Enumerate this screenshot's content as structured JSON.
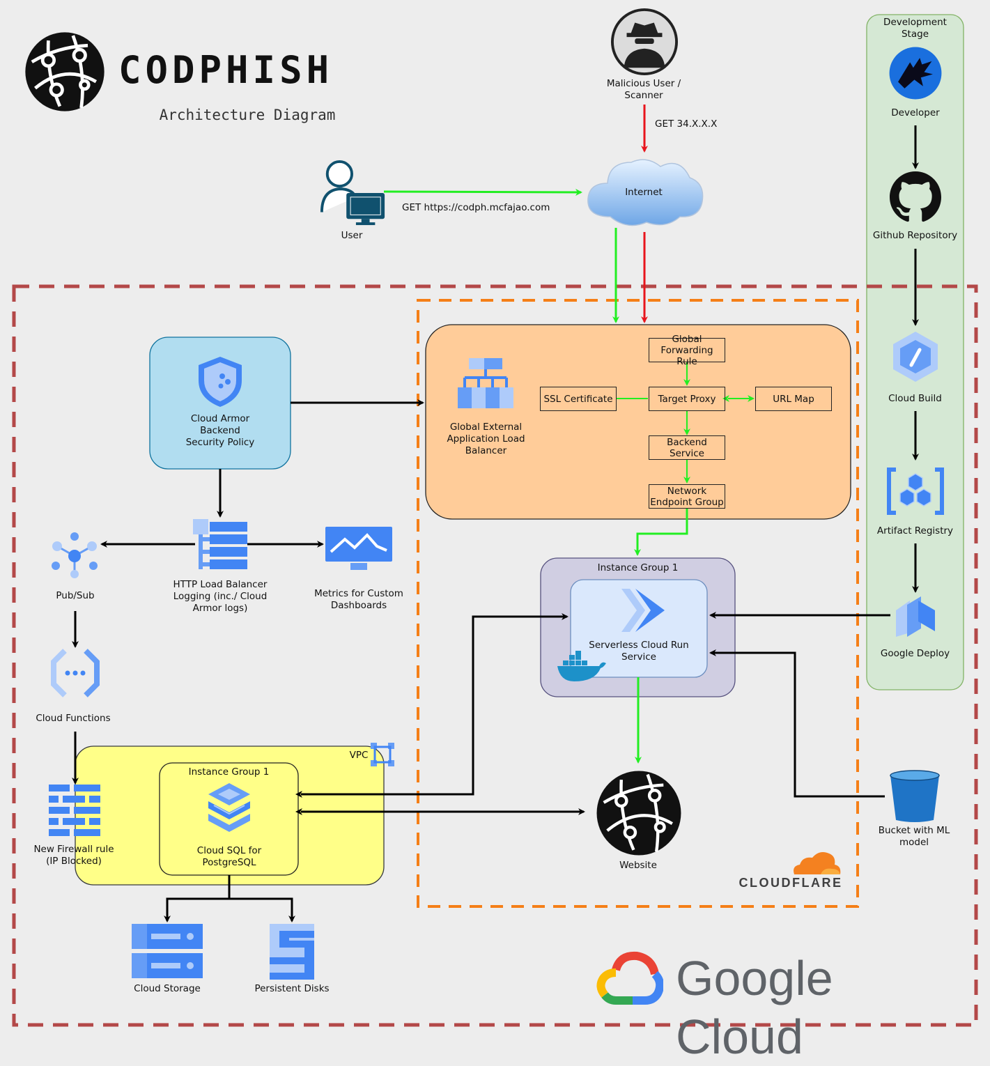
{
  "brand": {
    "name": "CODPHISH",
    "subtitle": "Architecture Diagram",
    "cloudflare": "CLOUDFLARE",
    "google_cloud": "Google Cloud"
  },
  "actors": {
    "malicious": "Malicious User /\nScanner",
    "malicious_request": "GET  34.X.X.X",
    "user": "User",
    "user_request": "GET  https://codph.mcfajao.com",
    "internet": "Internet"
  },
  "dev_stage": {
    "title": "Development\nStage",
    "developer": "Developer",
    "github": "Github Repository",
    "cloud_build": "Cloud Build",
    "artifact_registry": "Artifact Registry",
    "google_deploy": "Google Deploy"
  },
  "load_balancer": {
    "name": "Global External\nApplication Load\nBalancer",
    "forwarding_rule": "Global\nForwarding Rule",
    "ssl": "SSL Certificate",
    "target_proxy": "Target Proxy",
    "url_map": "URL Map",
    "backend_service": "Backend Service",
    "neg": "Network\nEndpoint Group"
  },
  "security": {
    "cloud_armor": "Cloud Armor\nBackend\nSecurity Policy",
    "logging": "HTTP Load Balancer\nLogging (inc./ Cloud\nArmor logs)",
    "metrics": "Metrics for Custom\nDashboards",
    "pubsub": "Pub/Sub",
    "functions": "Cloud Functions",
    "firewall": "New Firewall rule\n(IP Blocked)"
  },
  "compute": {
    "instance_group_run": "Instance Group 1",
    "cloud_run": "Serverless Cloud Run\nService",
    "website": "Website",
    "bucket": "Bucket with ML\nmodel",
    "vpc": "VPC",
    "instance_group_sql": "Instance Group 1",
    "cloud_sql": "Cloud SQL for\nPostgreSQL",
    "storage": "Cloud Storage",
    "disks": "Persistent Disks"
  },
  "colors": {
    "green_arrow": "#22ee22",
    "red_arrow": "#e8141c",
    "gcp_border": "#b34848",
    "cloudflare_border": "#f57f17",
    "lb_fill": "#ffcc99",
    "armor_fill": "#b1ddf0",
    "dev_fill": "#d5e8d4",
    "vpc_fill": "#ffff88",
    "instance_fill": "#d0cee2",
    "run_fill": "#dae8fc",
    "gcp_blue": "#4285f4"
  },
  "icons": [
    "globe-icon",
    "hacker-icon",
    "user-icon",
    "cloud-icon",
    "shield-icon",
    "load-balancer-icon",
    "logging-icon",
    "monitoring-icon",
    "pubsub-icon",
    "functions-icon",
    "firewall-icon",
    "cloud-run-icon",
    "docker-icon",
    "bucket-icon",
    "cloud-sql-icon",
    "vpc-icon",
    "storage-icon",
    "disk-icon",
    "developer-icon",
    "github-icon",
    "cloud-build-icon",
    "artifact-registry-icon",
    "google-deploy-icon",
    "cloudflare-logo",
    "google-cloud-logo"
  ]
}
